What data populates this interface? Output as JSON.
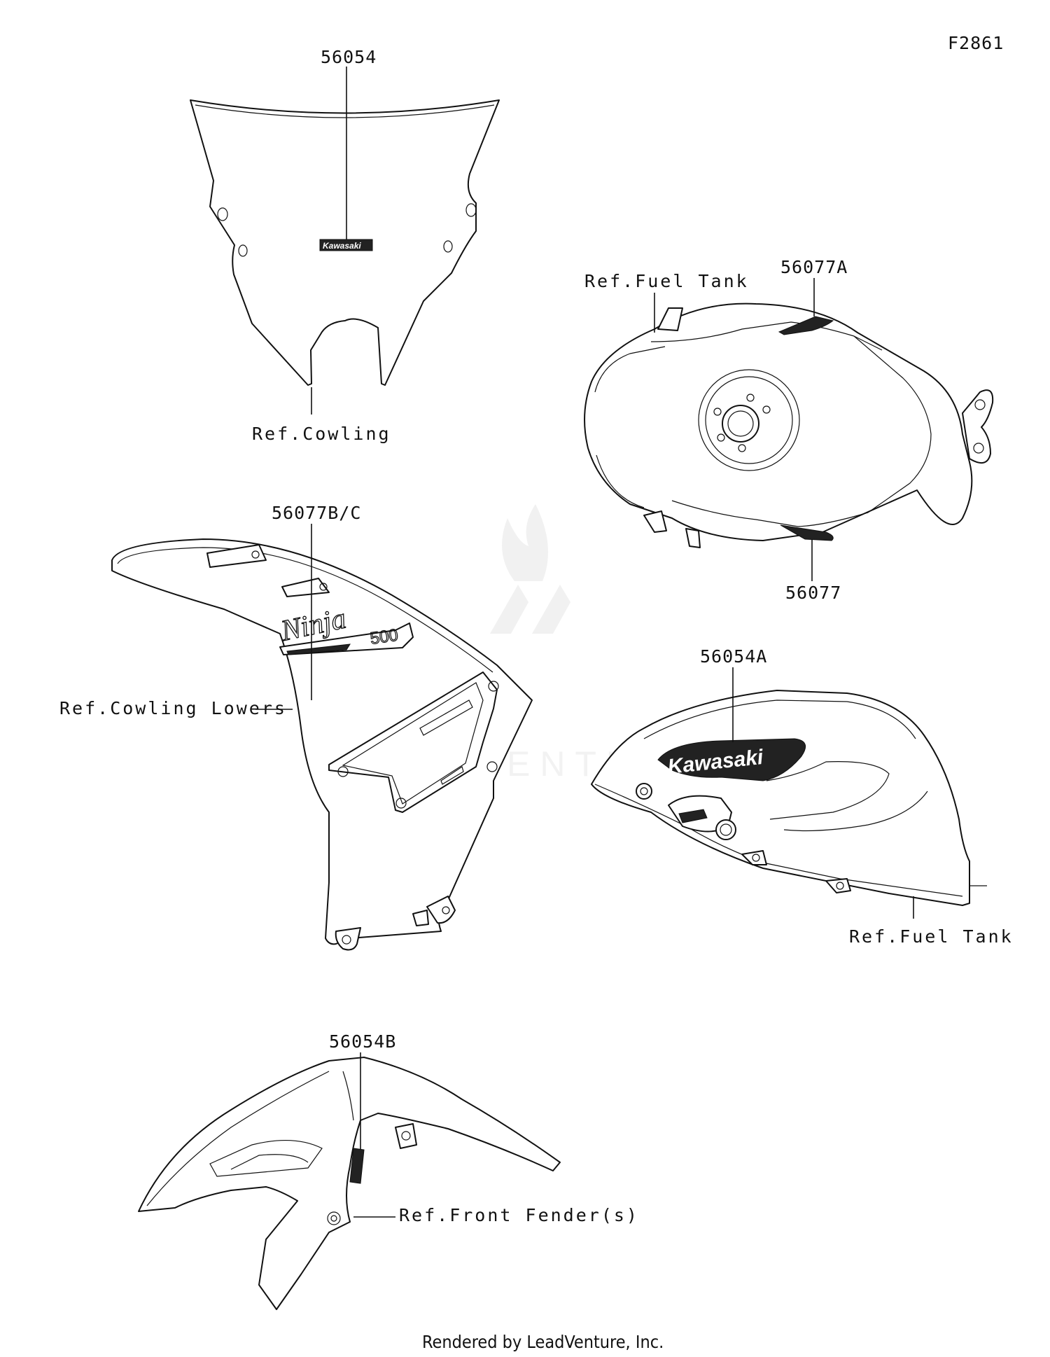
{
  "figure_code": "F2861",
  "watermark": "LEADVENTURE",
  "footer": "Rendered by LeadVenture, Inc.",
  "decal_brand": "Kawasaki",
  "decal_model": "Ninja",
  "decal_model_number": "500",
  "callouts": {
    "windshield_part": "56054",
    "windshield_ref": "Ref.Cowling",
    "tank_top_part_upper": "56077A",
    "tank_top_ref": "Ref.Fuel Tank",
    "tank_top_part_lower": "56077",
    "cowling_part": "56077B/C",
    "cowling_ref": "Ref.Cowling Lowers",
    "tank_side_part": "56054A",
    "tank_side_ref": "Ref.Fuel Tank",
    "fender_part": "56054B",
    "fender_ref": "Ref.Front Fender(s)"
  }
}
